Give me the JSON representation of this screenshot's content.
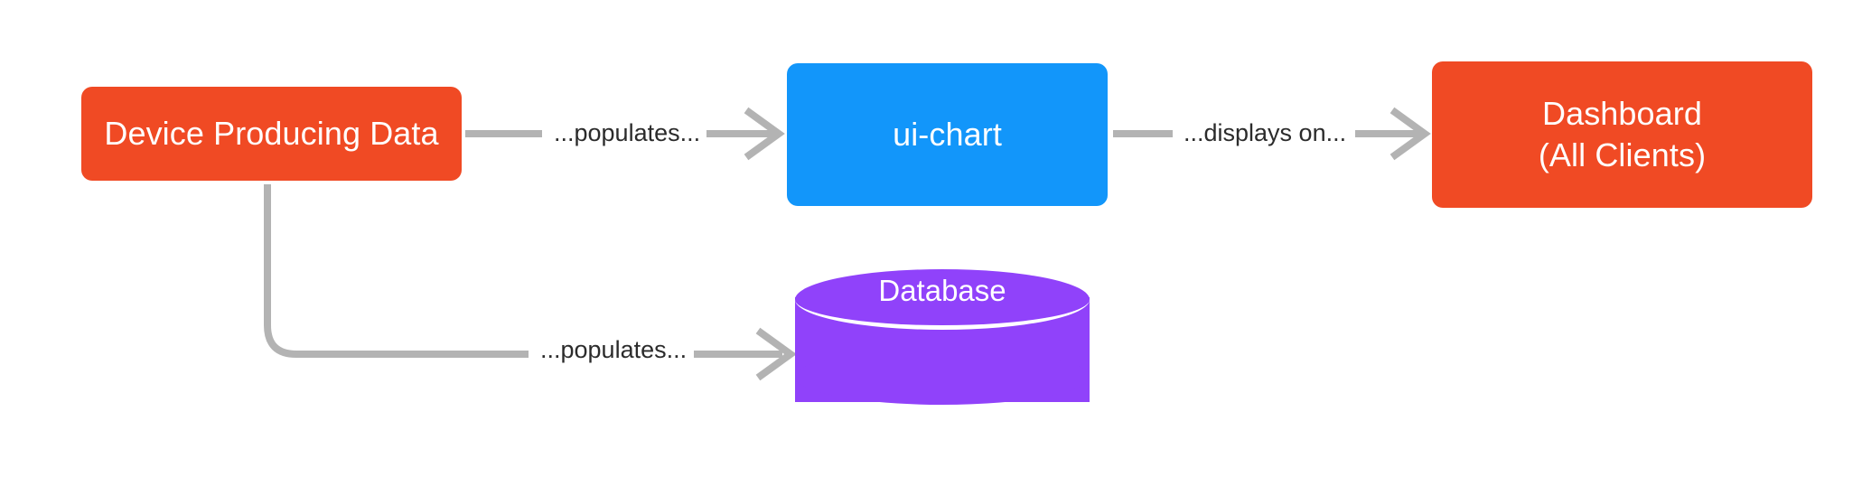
{
  "diagram": {
    "type": "flowchart",
    "direction": "left-to-right",
    "background": "#ffffff",
    "nodes": {
      "device": {
        "label": "Device Producing Data",
        "shape": "rounded-rectangle",
        "color": "#f04a24",
        "text_color": "#ffffff"
      },
      "ui_chart": {
        "label": "ui-chart",
        "shape": "rounded-rectangle",
        "color": "#1296fa",
        "text_color": "#ffffff"
      },
      "dashboard": {
        "label": "Dashboard\n(All Clients)",
        "line1": "Dashboard",
        "line2": "(All Clients)",
        "shape": "rounded-rectangle",
        "color": "#f04a24",
        "text_color": "#ffffff"
      },
      "database": {
        "label": "Database",
        "shape": "cylinder",
        "color": "#9042fa",
        "text_color": "#ffffff"
      }
    },
    "edges": [
      {
        "id": "device-to-uichart",
        "from": "device",
        "to": "ui_chart",
        "label": "...populates...",
        "style": "straight",
        "color": "#b3b3b3",
        "arrowhead": "open"
      },
      {
        "id": "uichart-to-dashboard",
        "from": "ui_chart",
        "to": "dashboard",
        "label": "...displays on...",
        "style": "straight",
        "color": "#b3b3b3",
        "arrowhead": "open"
      },
      {
        "id": "device-to-database",
        "from": "device",
        "to": "database",
        "label": "...populates...",
        "style": "elbow",
        "color": "#b3b3b3",
        "arrowhead": "open"
      }
    ]
  }
}
